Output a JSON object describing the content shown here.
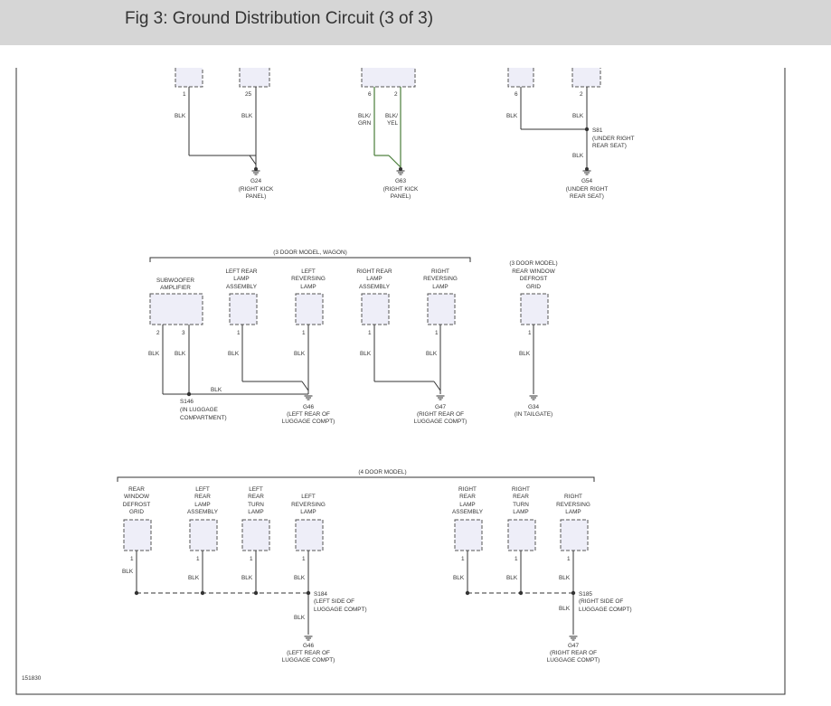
{
  "header": {
    "title": "Fig 3: Ground Distribution Circuit (3 of 3)"
  },
  "colors": {
    "wire": "#333333",
    "green_wire": "#4a7d3a",
    "component_fill": "#eeeef8",
    "header_bg": "#d6d6d6"
  },
  "top": {
    "g24": {
      "pins": [
        "1",
        "25"
      ],
      "wires": [
        "BLK",
        "BLK"
      ],
      "ground": "G24",
      "location": [
        "(RIGHT KICK",
        "PANEL)"
      ]
    },
    "g63": {
      "pins": [
        "6",
        "2"
      ],
      "wires": [
        [
          "BLK/",
          "GRN"
        ],
        [
          "BLK/",
          "YEL"
        ]
      ],
      "ground": "G63",
      "location": [
        "(RIGHT KICK",
        "PANEL)"
      ]
    },
    "g54": {
      "pins": [
        "6",
        "2"
      ],
      "wires": [
        "BLK",
        "BLK",
        "BLK"
      ],
      "splice": "S81",
      "splice_location": [
        "(UNDER RIGHT",
        "REAR SEAT)"
      ],
      "ground": "G54",
      "location": [
        "(UNDER RIGHT",
        "REAR SEAT)"
      ]
    }
  },
  "middle": {
    "group_label": "(3 DOOR MODEL, WAGON)",
    "components": [
      {
        "name": [
          "SUBWOOFER",
          "AMPLIFIER"
        ],
        "pins": [
          "2",
          "3"
        ],
        "wires": [
          "BLK",
          "BLK"
        ]
      },
      {
        "name": [
          "LEFT REAR",
          "LAMP",
          "ASSEMBLY"
        ],
        "pins": [
          "1"
        ],
        "wires": [
          "BLK"
        ]
      },
      {
        "name": [
          "LEFT",
          "REVERSING",
          "LAMP"
        ],
        "pins": [
          "1"
        ],
        "wires": [
          "BLK"
        ]
      },
      {
        "name": [
          "RIGHT REAR",
          "LAMP",
          "ASSEMBLY"
        ],
        "pins": [
          "1"
        ],
        "wires": [
          "BLK"
        ]
      },
      {
        "name": [
          "RIGHT",
          "REVERSING",
          "LAMP"
        ],
        "pins": [
          "1"
        ],
        "wires": [
          "BLK"
        ]
      },
      {
        "name": [
          "(3 DOOR MODEL)",
          "REAR WINDOW",
          "DEFROST",
          "GRID"
        ],
        "pins": [
          "1"
        ],
        "wires": [
          "BLK"
        ]
      }
    ],
    "splice_wire": "BLK",
    "s146": {
      "id": "S146",
      "location": [
        "(IN LUGGAGE",
        "COMPARTMENT)"
      ]
    },
    "g46": {
      "id": "G46",
      "location": [
        "(LEFT REAR OF",
        "LUGGAGE COMPT)"
      ]
    },
    "g47": {
      "id": "G47",
      "location": [
        "(RIGHT REAR OF",
        "LUGGAGE COMPT)"
      ]
    },
    "g34": {
      "id": "G34",
      "location": [
        "(IN TAILGATE)"
      ]
    }
  },
  "bottom": {
    "group_label": "(4 DOOR MODEL)",
    "components": [
      {
        "name": [
          "REAR",
          "WINDOW",
          "DEFROST",
          "GRID"
        ],
        "pin": "1",
        "wire": "BLK"
      },
      {
        "name": [
          "LEFT",
          "REAR",
          "LAMP",
          "ASSEMBLY"
        ],
        "pin": "1",
        "wire": "BLK"
      },
      {
        "name": [
          "LEFT",
          "REAR",
          "TURN",
          "LAMP"
        ],
        "pin": "1",
        "wire": "BLK"
      },
      {
        "name": [
          "LEFT",
          "REVERSING",
          "LAMP"
        ],
        "pin": "1",
        "wire": "BLK"
      },
      {
        "name": [
          "RIGHT",
          "REAR",
          "LAMP",
          "ASSEMBLY"
        ],
        "pin": "1",
        "wire": "BLK"
      },
      {
        "name": [
          "RIGHT",
          "REAR",
          "TURN",
          "LAMP"
        ],
        "pin": "1",
        "wire": "BLK"
      },
      {
        "name": [
          "RIGHT",
          "REVERSING",
          "LAMP"
        ],
        "pin": "1",
        "wire": "BLK"
      }
    ],
    "s184": {
      "id": "S184",
      "location": [
        "(LEFT SIDE OF",
        "LUGGAGE COMPT)"
      ],
      "wire": "BLK"
    },
    "s185": {
      "id": "S185",
      "location": [
        "(RIGHT SIDE OF",
        "LUGGAGE COMPT)"
      ],
      "wire": "BLK"
    },
    "g46": {
      "id": "G46",
      "location": [
        "(LEFT REAR OF",
        "LUGGAGE COMPT)"
      ]
    },
    "g47": {
      "id": "G47",
      "location": [
        "(RIGHT REAR OF",
        "LUGGAGE COMPT)"
      ]
    }
  },
  "figure_number": "151830"
}
